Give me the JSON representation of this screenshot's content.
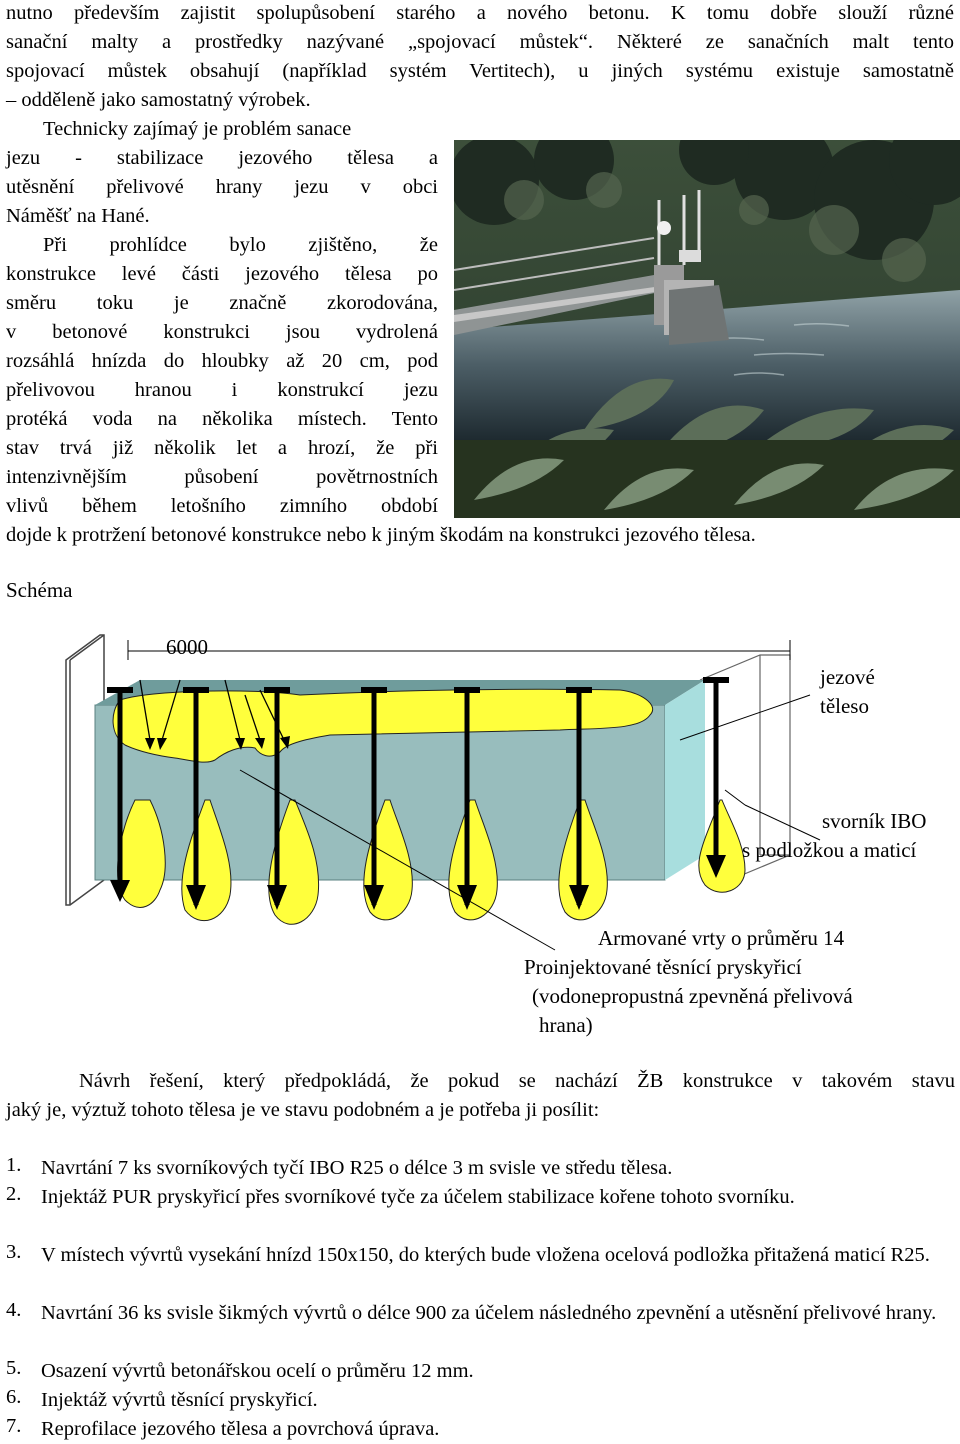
{
  "intro_lines": [
    "nutno především zajistit spolupůsobení starého a nového betonu. K tomu dobře slouží různé",
    "sanační malty a prostředky nazývané „spojovací můstek“. Některé ze sanačních malt tento",
    "spojovací můstek obsahují (například systém Vertitech), u jiných systému existuje samostatně",
    "– odděleně jako samostatný výrobek."
  ],
  "left_lines": [
    "Technicky zajímaý je problém sanace",
    "jezu - stabilizace jezového tělesa a",
    "utěsnění přelivové hrany jezu v obci",
    "Náměšť na Hané.",
    "Při prohlídce bylo zjištěno, že",
    "konstrukce levé části jezového tělesa po",
    "směru toku je značně zkorodována,",
    "v betonové konstrukci jsou vydrolená",
    "rozsáhlá hnízda do hloubky až 20 cm, pod",
    "přelivovou hranou i konstrukcí jezu",
    "protéká voda na několika místech. Tento",
    "stav trvá již několik let a hrozí, že při",
    "intenzivnějším působení povětrnostních",
    "vlivů během letošního zimního období"
  ],
  "full_line": "dojde k protržení betonové konstrukce nebo k jiným škodám na konstrukci jezového tělesa.",
  "schema_title": "Schéma",
  "schema": {
    "dimension": "6000",
    "label_body_1": "jezové",
    "label_body_2": "těleso",
    "label_bolt_1": "svorník IBO",
    "label_bolt_2": "s podložkou a maticí",
    "label_holes_1": "Armované vrty o průměru 14",
    "label_holes_2": "Proinjektované těsnící pryskyřicí",
    "label_holes_3": "(vodonepropustná zpevněná přelivová",
    "label_holes_4": "hrana)",
    "colors": {
      "body": "#98bdbd",
      "body_top": "#6f9c9c",
      "grout": "#ffff3c",
      "end": "#a8dede"
    }
  },
  "proposal_line1": "Návrh řešení, který předpokládá, že pokud se nachází ŽB konstrukce v takovém stavu",
  "proposal_line2": "jaký je, výztuž tohoto tělesa je ve stavu podobném a je potřeba ji posílit:",
  "steps": [
    {
      "num": "1.",
      "text": "Navrtání 7 ks svorníkových tyčí IBO R25 o délce 3 m svisle ve středu tělesa."
    },
    {
      "num": "2.",
      "text": "Injektáž PUR pryskyřicí přes svorníkové tyče za účelem stabilizace kořene tohoto svorníku."
    },
    {
      "num": "3.",
      "text": "V místech vývrtů vysekání hnízd 150x150, do kterých bude vložena ocelová podložka přitažená maticí R25."
    },
    {
      "num": "4.",
      "text": "Navrtání 36 ks svisle šikmých vývrtů o délce 900 za účelem následného zpevnění a utěsnění přelivové hrany."
    },
    {
      "num": "5.",
      "text": "Osazení vývrtů betonářskou ocelí o průměru 12 mm."
    },
    {
      "num": "6.",
      "text": "Injektáž vývrtů těsnící pryskyřicí."
    },
    {
      "num": "7.",
      "text": "Reprofilace jezového tělesa a povrchová úprava."
    }
  ]
}
